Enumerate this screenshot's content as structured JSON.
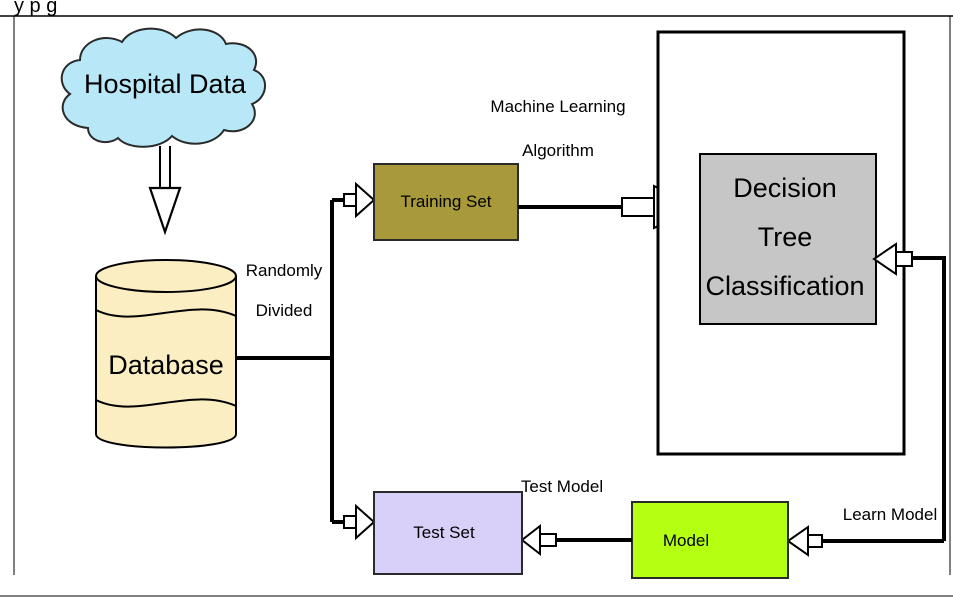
{
  "header_text": "y                                                          p                                          g",
  "nodes": {
    "cloud": {
      "label": "Hospital Data",
      "fill": "#b8e8f8",
      "stroke": "#2a2a2a"
    },
    "database": {
      "label": "Database",
      "fill": "#fbeec2",
      "stroke": "#000000"
    },
    "training_set": {
      "label": "Training Set",
      "fill": "#a89a3a",
      "stroke": "#2a2a2a"
    },
    "decision_tree": {
      "lines": [
        "Decision",
        "Tree",
        "Classification"
      ],
      "fill": "#c6c6c6",
      "stroke": "#000000"
    },
    "test_set": {
      "label": "Test  Set",
      "fill": "#d8d0f8",
      "stroke": "#2a2a2a"
    },
    "model": {
      "label": "Model",
      "fill": "#b5ff12",
      "stroke": "#2a2a2a"
    }
  },
  "edge_labels": {
    "randomly_divided": [
      "Randomly",
      "Divided"
    ],
    "ml_algorithm": [
      "Machine Learning",
      "Algorithm"
    ],
    "test_model": "Test Model",
    "learn_model": "Learn Model"
  }
}
